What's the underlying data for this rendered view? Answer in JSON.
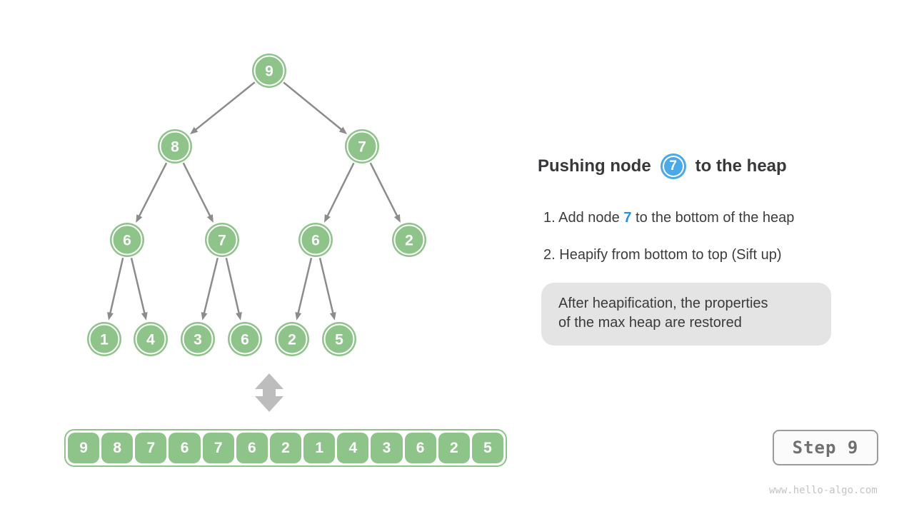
{
  "colors": {
    "node_green": "#8EC48A",
    "edge_gray": "#8C8C8C",
    "sync_arrow_gray": "#BDBDBD",
    "node_blue": "#4AA9E9",
    "highlight_blue": "#2492E5",
    "note_bg": "#E4E4E4",
    "heading_text": "#37383A",
    "body_text": "#3C3C3C",
    "step_badge_text": "#707070",
    "watermark_text": "#C4C4C4"
  },
  "heading": {
    "prefix": "Pushing node",
    "node_value": "7",
    "suffix": "to the heap"
  },
  "steps": [
    {
      "num": "1.",
      "prefix": "Add node ",
      "highlight": "7",
      "suffix": " to the bottom of the heap"
    },
    {
      "num": "2.",
      "prefix": "Heapify from bottom to top (Sift up)",
      "highlight": "",
      "suffix": ""
    }
  ],
  "note": {
    "line1": "After heapification, the properties",
    "line2": "of the max heap are restored"
  },
  "step_badge": {
    "label": "Step 9"
  },
  "watermark": {
    "label": "www.hello-algo.com"
  },
  "tree": {
    "values": [
      9,
      8,
      7,
      6,
      7,
      6,
      2,
      1,
      4,
      3,
      6,
      2,
      5
    ]
  },
  "array": {
    "values": [
      9,
      8,
      7,
      6,
      7,
      6,
      2,
      1,
      4,
      3,
      6,
      2,
      5
    ]
  }
}
